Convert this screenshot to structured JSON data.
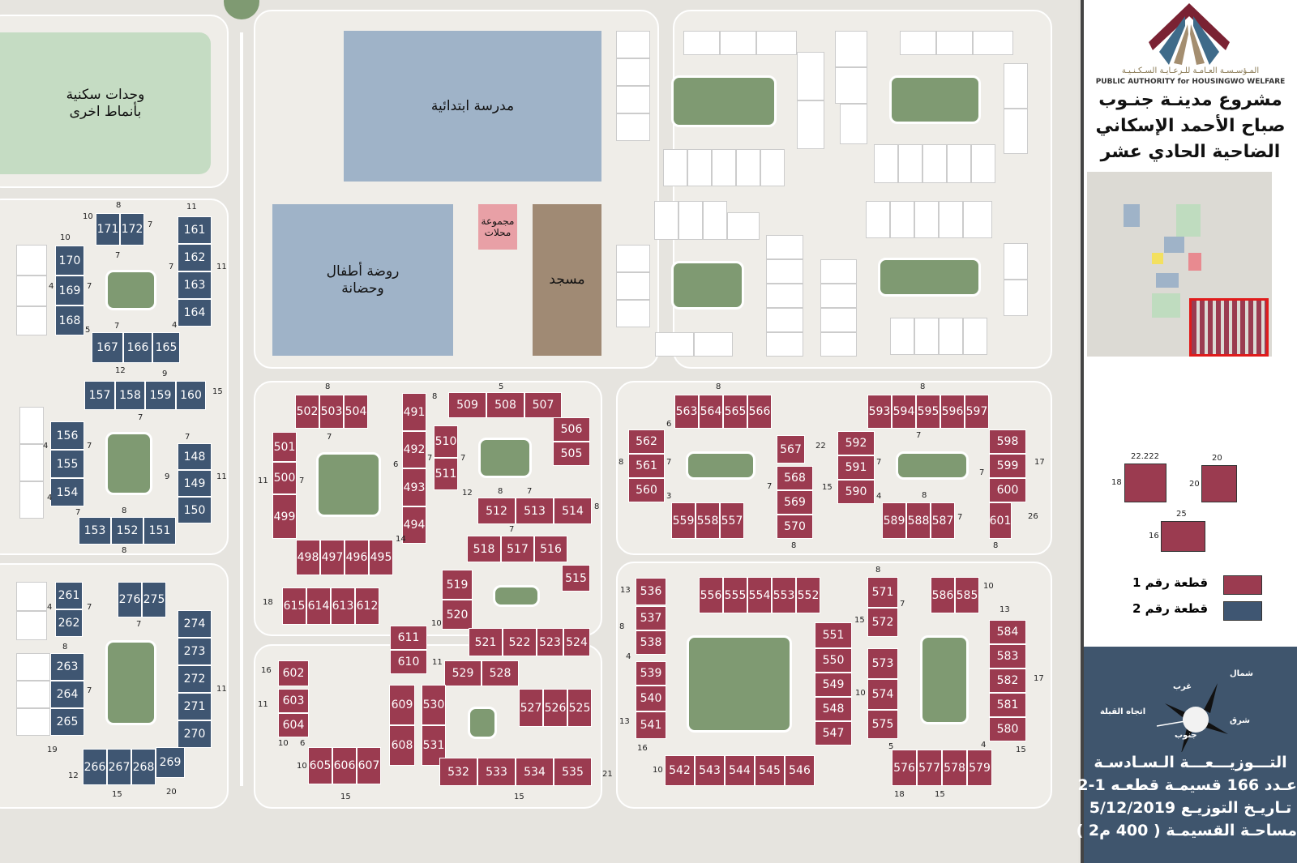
{
  "areas": {
    "other_housing": "وحدات سكنية بأنماط اخرى",
    "primary_school": "مدرسة ابتدائية",
    "kindergarten": "روضة أطفال وحضانة",
    "shops": "مجموعة محلات",
    "mosque": "مسجد"
  },
  "colors": {
    "plot_type_1": "#9b3b50",
    "plot_type_2": "#3f5672",
    "park": "#7f9a72",
    "school": "#9fb3c8",
    "mosque": "#a08a74",
    "shops": "#e8a0a6"
  },
  "plots": [
    {
      "n": "171",
      "t": 2
    },
    {
      "n": "172",
      "t": 2
    },
    {
      "n": "161",
      "t": 2
    },
    {
      "n": "162",
      "t": 2
    },
    {
      "n": "163",
      "t": 2
    },
    {
      "n": "164",
      "t": 2
    },
    {
      "n": "170",
      "t": 2
    },
    {
      "n": "169",
      "t": 2
    },
    {
      "n": "168",
      "t": 2
    },
    {
      "n": "167",
      "t": 2
    },
    {
      "n": "166",
      "t": 2
    },
    {
      "n": "165",
      "t": 2
    },
    {
      "n": "157",
      "t": 2
    },
    {
      "n": "158",
      "t": 2
    },
    {
      "n": "159",
      "t": 2
    },
    {
      "n": "160",
      "t": 2
    },
    {
      "n": "156",
      "t": 2
    },
    {
      "n": "155",
      "t": 2
    },
    {
      "n": "154",
      "t": 2
    },
    {
      "n": "148",
      "t": 2
    },
    {
      "n": "149",
      "t": 2
    },
    {
      "n": "150",
      "t": 2
    },
    {
      "n": "153",
      "t": 2
    },
    {
      "n": "152",
      "t": 2
    },
    {
      "n": "151",
      "t": 2
    },
    {
      "n": "261",
      "t": 2
    },
    {
      "n": "262",
      "t": 2
    },
    {
      "n": "276",
      "t": 2
    },
    {
      "n": "275",
      "t": 2
    },
    {
      "n": "274",
      "t": 2
    },
    {
      "n": "273",
      "t": 2
    },
    {
      "n": "272",
      "t": 2
    },
    {
      "n": "271",
      "t": 2
    },
    {
      "n": "270",
      "t": 2
    },
    {
      "n": "263",
      "t": 2
    },
    {
      "n": "264",
      "t": 2
    },
    {
      "n": "265",
      "t": 2
    },
    {
      "n": "266",
      "t": 2
    },
    {
      "n": "267",
      "t": 2
    },
    {
      "n": "268",
      "t": 2
    },
    {
      "n": "269",
      "t": 2
    },
    {
      "n": "502",
      "t": 1
    },
    {
      "n": "503",
      "t": 1
    },
    {
      "n": "504",
      "t": 1
    },
    {
      "n": "501",
      "t": 1
    },
    {
      "n": "500",
      "t": 1
    },
    {
      "n": "499",
      "t": 1
    },
    {
      "n": "498",
      "t": 1
    },
    {
      "n": "497",
      "t": 1
    },
    {
      "n": "496",
      "t": 1
    },
    {
      "n": "495",
      "t": 1
    },
    {
      "n": "491",
      "t": 1
    },
    {
      "n": "492",
      "t": 1
    },
    {
      "n": "493",
      "t": 1
    },
    {
      "n": "494",
      "t": 1
    },
    {
      "n": "509",
      "t": 1
    },
    {
      "n": "508",
      "t": 1
    },
    {
      "n": "507",
      "t": 1
    },
    {
      "n": "510",
      "t": 1
    },
    {
      "n": "511",
      "t": 1
    },
    {
      "n": "506",
      "t": 1
    },
    {
      "n": "505",
      "t": 1
    },
    {
      "n": "512",
      "t": 1
    },
    {
      "n": "513",
      "t": 1
    },
    {
      "n": "514",
      "t": 1
    },
    {
      "n": "518",
      "t": 1
    },
    {
      "n": "517",
      "t": 1
    },
    {
      "n": "516",
      "t": 1
    },
    {
      "n": "515",
      "t": 1
    },
    {
      "n": "519",
      "t": 1
    },
    {
      "n": "520",
      "t": 1
    },
    {
      "n": "615",
      "t": 1
    },
    {
      "n": "614",
      "t": 1
    },
    {
      "n": "613",
      "t": 1
    },
    {
      "n": "612",
      "t": 1
    },
    {
      "n": "611",
      "t": 1
    },
    {
      "n": "610",
      "t": 1
    },
    {
      "n": "521",
      "t": 1
    },
    {
      "n": "522",
      "t": 1
    },
    {
      "n": "523",
      "t": 1
    },
    {
      "n": "524",
      "t": 1
    },
    {
      "n": "529",
      "t": 1
    },
    {
      "n": "528",
      "t": 1
    },
    {
      "n": "602",
      "t": 1
    },
    {
      "n": "603",
      "t": 1
    },
    {
      "n": "604",
      "t": 1
    },
    {
      "n": "609",
      "t": 1
    },
    {
      "n": "608",
      "t": 1
    },
    {
      "n": "530",
      "t": 1
    },
    {
      "n": "531",
      "t": 1
    },
    {
      "n": "527",
      "t": 1
    },
    {
      "n": "526",
      "t": 1
    },
    {
      "n": "525",
      "t": 1
    },
    {
      "n": "605",
      "t": 1
    },
    {
      "n": "606",
      "t": 1
    },
    {
      "n": "607",
      "t": 1
    },
    {
      "n": "532",
      "t": 1
    },
    {
      "n": "533",
      "t": 1
    },
    {
      "n": "534",
      "t": 1
    },
    {
      "n": "535",
      "t": 1
    },
    {
      "n": "563",
      "t": 1
    },
    {
      "n": "564",
      "t": 1
    },
    {
      "n": "565",
      "t": 1
    },
    {
      "n": "566",
      "t": 1
    },
    {
      "n": "562",
      "t": 1
    },
    {
      "n": "561",
      "t": 1
    },
    {
      "n": "560",
      "t": 1
    },
    {
      "n": "559",
      "t": 1
    },
    {
      "n": "558",
      "t": 1
    },
    {
      "n": "557",
      "t": 1
    },
    {
      "n": "567",
      "t": 1
    },
    {
      "n": "568",
      "t": 1
    },
    {
      "n": "569",
      "t": 1
    },
    {
      "n": "570",
      "t": 1
    },
    {
      "n": "593",
      "t": 1
    },
    {
      "n": "594",
      "t": 1
    },
    {
      "n": "595",
      "t": 1
    },
    {
      "n": "596",
      "t": 1
    },
    {
      "n": "597",
      "t": 1
    },
    {
      "n": "592",
      "t": 1
    },
    {
      "n": "591",
      "t": 1
    },
    {
      "n": "590",
      "t": 1
    },
    {
      "n": "598",
      "t": 1
    },
    {
      "n": "599",
      "t": 1
    },
    {
      "n": "600",
      "t": 1
    },
    {
      "n": "601",
      "t": 1
    },
    {
      "n": "589",
      "t": 1
    },
    {
      "n": "588",
      "t": 1
    },
    {
      "n": "587",
      "t": 1
    },
    {
      "n": "536",
      "t": 1
    },
    {
      "n": "537",
      "t": 1
    },
    {
      "n": "538",
      "t": 1
    },
    {
      "n": "539",
      "t": 1
    },
    {
      "n": "540",
      "t": 1
    },
    {
      "n": "541",
      "t": 1
    },
    {
      "n": "556",
      "t": 1
    },
    {
      "n": "555",
      "t": 1
    },
    {
      "n": "554",
      "t": 1
    },
    {
      "n": "553",
      "t": 1
    },
    {
      "n": "552",
      "t": 1
    },
    {
      "n": "551",
      "t": 1
    },
    {
      "n": "550",
      "t": 1
    },
    {
      "n": "549",
      "t": 1
    },
    {
      "n": "548",
      "t": 1
    },
    {
      "n": "547",
      "t": 1
    },
    {
      "n": "571",
      "t": 1
    },
    {
      "n": "572",
      "t": 1
    },
    {
      "n": "573",
      "t": 1
    },
    {
      "n": "574",
      "t": 1
    },
    {
      "n": "575",
      "t": 1
    },
    {
      "n": "586",
      "t": 1
    },
    {
      "n": "585",
      "t": 1
    },
    {
      "n": "584",
      "t": 1
    },
    {
      "n": "583",
      "t": 1
    },
    {
      "n": "582",
      "t": 1
    },
    {
      "n": "581",
      "t": 1
    },
    {
      "n": "580",
      "t": 1
    },
    {
      "n": "542",
      "t": 1
    },
    {
      "n": "543",
      "t": 1
    },
    {
      "n": "544",
      "t": 1
    },
    {
      "n": "545",
      "t": 1
    },
    {
      "n": "546",
      "t": 1
    },
    {
      "n": "576",
      "t": 1
    },
    {
      "n": "577",
      "t": 1
    },
    {
      "n": "578",
      "t": 1
    },
    {
      "n": "579",
      "t": 1
    }
  ],
  "dimensions": [
    "8",
    "10",
    "7",
    "11",
    "10",
    "7",
    "4",
    "7",
    "7",
    "11",
    "5",
    "7",
    "4",
    "12",
    "9",
    "15",
    "7",
    "4",
    "7",
    "7",
    "11",
    "9",
    "4",
    "7",
    "8",
    "8",
    "4",
    "7",
    "7",
    "8",
    "7",
    "11",
    "19",
    "12",
    "15",
    "20",
    "8",
    "7",
    "11",
    "7",
    "6",
    "14",
    "8",
    "5",
    "7",
    "7",
    "8",
    "12",
    "7",
    "8",
    "7",
    "18",
    "10",
    "11",
    "16",
    "11",
    "10",
    "6",
    "10",
    "15",
    "15",
    "21",
    "8",
    "6",
    "8",
    "3",
    "7",
    "7",
    "22",
    "15",
    "8",
    "7",
    "8",
    "4",
    "7",
    "7",
    "17",
    "26",
    "8",
    "8",
    "7",
    "13",
    "8",
    "4",
    "13",
    "16",
    "10",
    "15",
    "10",
    "5",
    "8",
    "7",
    "10",
    "13",
    "17",
    "18",
    "15",
    "4",
    "15"
  ],
  "sidebar": {
    "authority_ar": "المـؤسـسـة العـامـة للـرعـايـة السـكـنـيـة",
    "authority_en": "PUBLIC AUTHORITY for HOUSINGWO WELFARE",
    "title_line1": "مشروع مدينـة جنـوب",
    "title_line2": "صباح الأحمد الإسكاني",
    "title_line3": "الضاحية الحادي عشر",
    "legend": {
      "dim_a_width": "22.222",
      "dim_a_height": "18",
      "dim_b_width": "20",
      "dim_b_height": "20",
      "dim_c_width": "25",
      "dim_c_height": "16",
      "plot1_label": "قطعة رقم 1",
      "plot2_label": "قطعة رقم 2"
    },
    "compass": {
      "north": "شمال",
      "west": "غرب",
      "qibla": "اتجاه القبلة",
      "east": "شرق",
      "south": "جنوب"
    },
    "info_line1": "التـــوزيـــعـــة الـسـادسـة",
    "info_line2": "عـدد 166 قسيمـة قطعـه 1-2",
    "info_line3": "تـاريـخ التوزيـع 5/12/2019",
    "info_line4": "مساحـة القسيمـة ( 400 م2 )"
  }
}
